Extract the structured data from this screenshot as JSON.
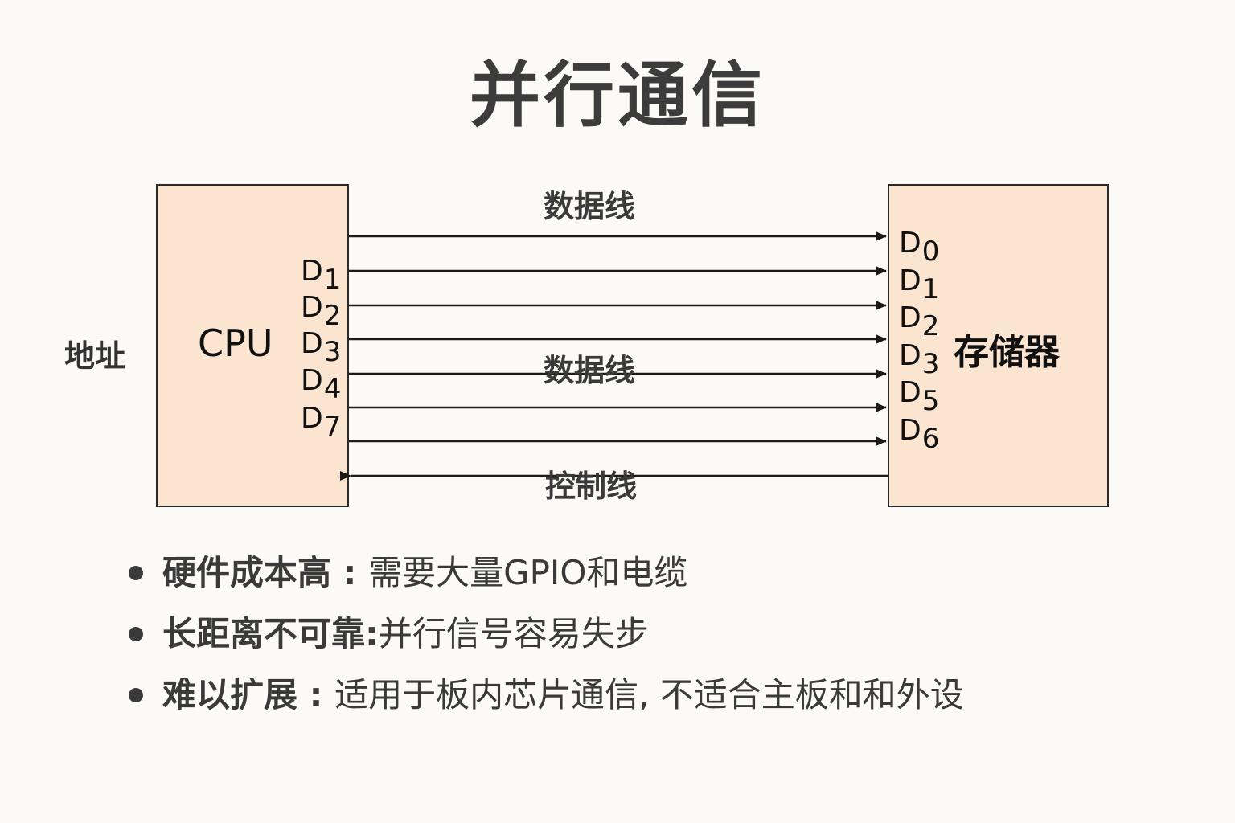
{
  "title": "并行通信",
  "cpu_label": "CPU",
  "memory_label": "存储器",
  "address_label": "地址",
  "wire_labels": {
    "data_top": "数据线",
    "data_middle": "数据线",
    "control": "控制线"
  },
  "cpu_pins": [
    {
      "letter": "D",
      "index": "1"
    },
    {
      "letter": "D",
      "index": "2"
    },
    {
      "letter": "D",
      "index": "3"
    },
    {
      "letter": "D",
      "index": "4"
    },
    {
      "letter": "D",
      "index": "7"
    }
  ],
  "memory_pins": [
    {
      "letter": "D",
      "index": "0"
    },
    {
      "letter": "D",
      "index": "1"
    },
    {
      "letter": "D",
      "index": "2"
    },
    {
      "letter": "D",
      "index": "3"
    },
    {
      "letter": "D",
      "index": "5"
    },
    {
      "letter": "D",
      "index": "6"
    }
  ],
  "bullets": [
    {
      "head": "硬件成本高",
      "sep": " : ",
      "body": "需要大量GPIO和电缆"
    },
    {
      "head": "长距离不可靠",
      "sep": ":",
      "body": "并行信号容易失步"
    },
    {
      "head": "难以扩展",
      "sep": " : ",
      "body": "适用于板内芯片通信, 不适合主板和和外设"
    }
  ],
  "colors": {
    "box_fill": "#fbe5d0",
    "background": "#fbfaf6",
    "line": "#1a1a1a"
  }
}
